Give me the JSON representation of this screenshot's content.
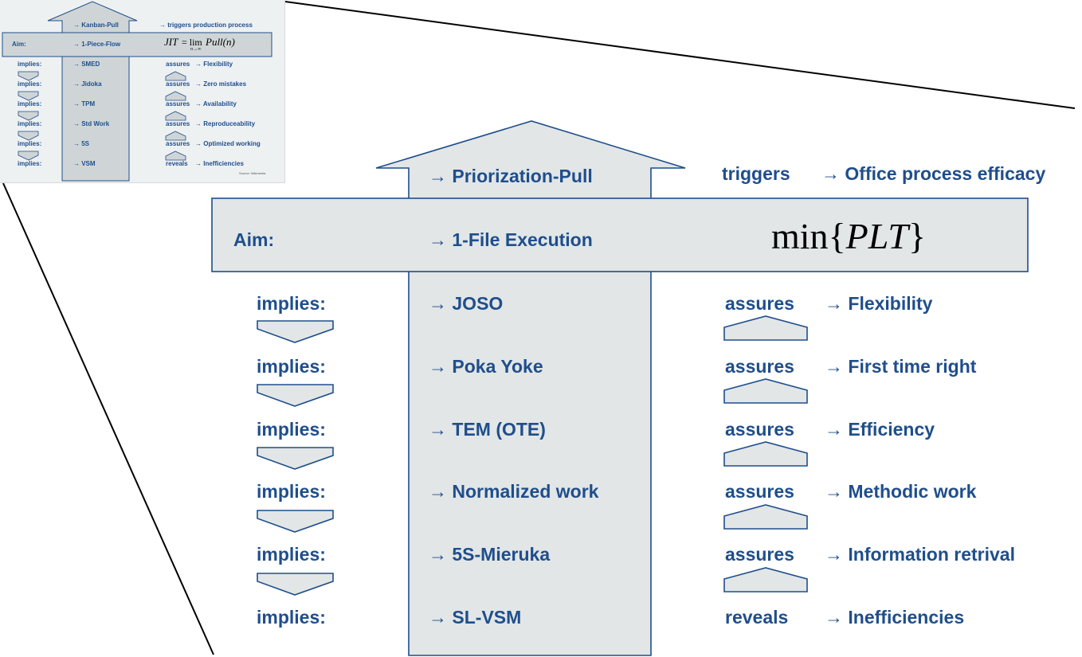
{
  "main": {
    "top_pull": "→ Priorization-Pull",
    "top_triggers": "triggers",
    "top_result": "→ Office process efficacy",
    "aim_label": "Aim:",
    "aim_value": "→ 1-File Execution",
    "formula_fn": "min",
    "formula_arg": "PLT",
    "rows": [
      {
        "left": "implies:",
        "center": "→ JOSO",
        "verb": "assures",
        "result": "→ Flexibility"
      },
      {
        "left": "implies:",
        "center": "→ Poka Yoke",
        "verb": "assures",
        "result": "→ First time right"
      },
      {
        "left": "implies:",
        "center": "→ TEM (OTE)",
        "verb": "assures",
        "result": "→ Efficiency"
      },
      {
        "left": "implies:",
        "center": "→ Normalized work",
        "verb": "assures",
        "result": "→ Methodic work"
      },
      {
        "left": "implies:",
        "center": "→ 5S-Mieruka",
        "verb": "assures",
        "result": "→ Information retrival"
      },
      {
        "left": "implies:",
        "center": "→ SL-VSM",
        "verb": "reveals",
        "result": "→ Inefficiencies"
      }
    ]
  },
  "thumbnail": {
    "top_pull": "→ Kanban-Pull",
    "top_result": "→ triggers production process",
    "aim_label": "Aim:",
    "aim_value": "→ 1-Piece-Flow",
    "formula_lhs": "JIT",
    "formula_eq": "= lim",
    "formula_sub": "n→∞",
    "formula_rhs": "Pull(n)",
    "rows": [
      {
        "left": "implies:",
        "center": "→ SMED",
        "verb": "assures",
        "result": "→ Flexibility"
      },
      {
        "left": "implies:",
        "center": "→ Jidoka",
        "verb": "assures",
        "result": "→ Zero mistakes"
      },
      {
        "left": "implies:",
        "center": "→ TPM",
        "verb": "assures",
        "result": "→ Availability"
      },
      {
        "left": "implies:",
        "center": "→ Std Work",
        "verb": "assures",
        "result": "→ Reproduceability"
      },
      {
        "left": "implies:",
        "center": "→ 5S",
        "verb": "assures",
        "result": "→ Optimized working"
      },
      {
        "left": "implies:",
        "center": "→ VSM",
        "verb": "reveals",
        "result": "→ Inefficiencies"
      }
    ],
    "source": "Source: Wikimedia"
  },
  "colors": {
    "text": "#1f4e8c",
    "fill": "#e2e6e6",
    "stroke": "#1f4e8c",
    "thumb_bg": "#eef1f2"
  }
}
